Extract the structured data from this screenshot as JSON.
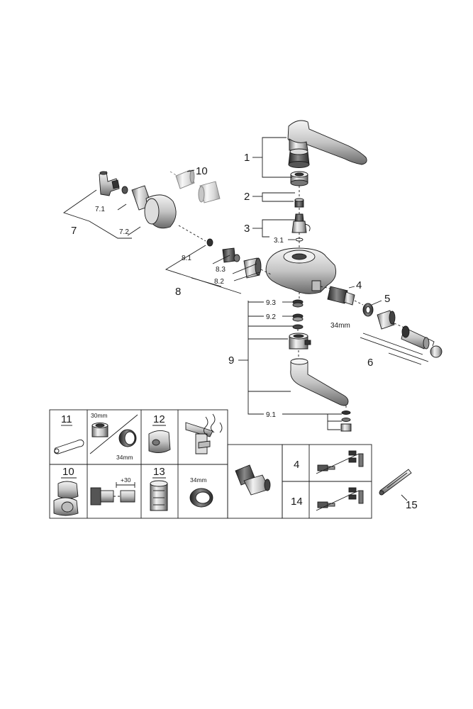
{
  "labels": {
    "p1": "1",
    "p2": "2",
    "p3": "3",
    "p3_1": "3.1",
    "p4": "4",
    "p5": "5",
    "p5_size": "34mm",
    "p6": "6",
    "p7": "7",
    "p7_1": "7.1",
    "p7_2": "7.2",
    "p8": "8",
    "p8_1": "8.1",
    "p8_2": "8.2",
    "p8_3": "8.3",
    "p9": "9",
    "p9_1": "9.1",
    "p9_2": "9.2",
    "p9_3": "9.3",
    "p10": "10",
    "p15": "15"
  },
  "table": {
    "c11": "11",
    "c11_size_a": "30mm",
    "c11_size_b": "34mm",
    "c12": "12",
    "c10": "10",
    "c10_ext": "+30",
    "c13": "13",
    "c13_size": "34mm",
    "c4": "4",
    "c14": "14"
  },
  "colors": {
    "ink": "#1a1a1a",
    "light": "#d9d9d9",
    "mid": "#8c8c8c",
    "dark": "#3a3a3a"
  }
}
